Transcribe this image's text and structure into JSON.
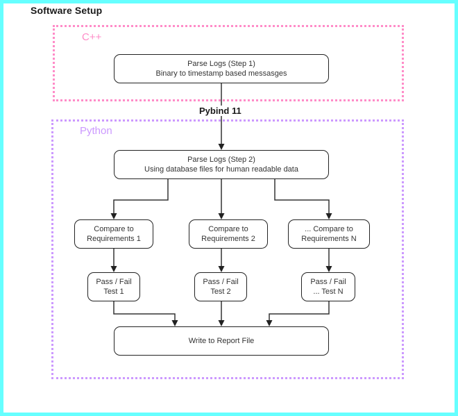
{
  "page": {
    "title": "Software Setup",
    "frame_color": "#66FFFF",
    "background": "#ffffff"
  },
  "groups": {
    "cpp": {
      "label": "C++",
      "color": "#FF8CC8",
      "border_style": "dotted"
    },
    "python": {
      "label": "Python",
      "color": "#CC99FF",
      "border_style": "dotted"
    }
  },
  "bridge": {
    "label": "Pybind 11"
  },
  "nodes": {
    "parse1": {
      "line1": "Parse Logs (Step 1)",
      "line2": "Binary to timestamp based messasges"
    },
    "parse2": {
      "line1": "Parse Logs (Step 2)",
      "line2": "Using database files for human readable data"
    },
    "compare1": {
      "line1": "Compare to",
      "line2": "Requirements 1"
    },
    "compare2": {
      "line1": "Compare to",
      "line2": "Requirements 2"
    },
    "compareN": {
      "line1": "... Compare to",
      "line2": "Requirements N"
    },
    "passfail1": {
      "line1": "Pass / Fail",
      "line2": "Test 1"
    },
    "passfail2": {
      "line1": "Pass / Fail",
      "line2": "Test 2"
    },
    "passfailN": {
      "line1": "Pass / Fail",
      "line2": "... Test N"
    },
    "report": {
      "line1": "Write to Report File"
    }
  }
}
